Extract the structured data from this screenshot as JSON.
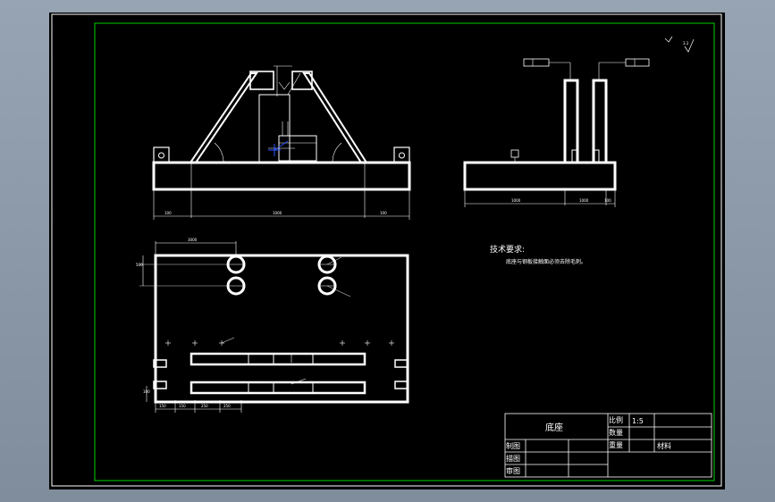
{
  "notes": {
    "heading": "技术要求:",
    "line1": "底座与钢板接触面必须去除毛刺。"
  },
  "top_right": {
    "roughness_value": "3.2",
    "roughness_suffix": "√"
  },
  "title_block": {
    "part_name": "底座",
    "scale_label": "比例",
    "scale_value": "1:5",
    "quantity_label": "数量",
    "weight_label": "重量",
    "material_label": "材料",
    "drawn_label": "制图",
    "traced_label": "描图",
    "checked_label": "审图"
  },
  "front_view": {
    "dims": [
      "100",
      "1000",
      "100"
    ]
  },
  "side_view": {
    "dims": [
      "1000",
      "1000",
      "100"
    ]
  },
  "plan_view": {
    "dims": [
      "3000",
      "500",
      "100"
    ],
    "bottom_dims": [
      "150",
      "150",
      "250",
      "250"
    ]
  },
  "colors": {
    "background": "#000000",
    "outer_frame": "#ffffff",
    "inner_frame": "#00d200",
    "accent": "#2a55ff"
  }
}
